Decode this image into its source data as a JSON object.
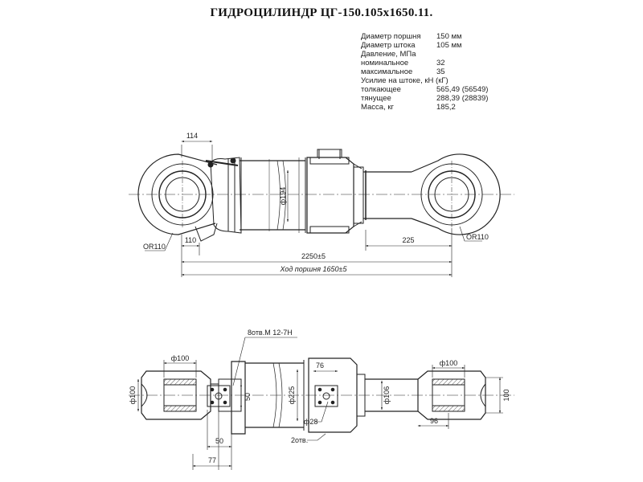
{
  "title": "ГИДРОЦИЛИНДР ЦГ-150.105х1650.11.",
  "specs": [
    {
      "label": "Диаметр поршня",
      "value": "150 мм"
    },
    {
      "label": "Диаметр штока",
      "value": " 105 мм"
    },
    {
      "label": "Давление, МПа",
      "value": ""
    },
    {
      "label": "номинальное",
      "value": "32"
    },
    {
      "label": "максимальное",
      "value": "35"
    },
    {
      "label": "Усилие на штоке, кН (кГ)",
      "value": ""
    },
    {
      "label": "толкающее",
      "value": "565,49 (56549)"
    },
    {
      "label": "тянущее",
      "value": "288,39 (28839)"
    },
    {
      "label": "Масса, кг",
      "value": "185,2"
    }
  ],
  "top_view": {
    "dim_top": "114",
    "dim_bore": "ф194",
    "radius_left": "OR110",
    "radius_right": "OR110",
    "dim_left": "110",
    "dim_right": "225",
    "dim_length": "2250±5",
    "dim_stroke": "Ход поршня 1650±5"
  },
  "bottom_view": {
    "thread_note": "8отв.М 12-7Н",
    "dim_eye_left": "ф100",
    "dim_eye_left_side": "ф100",
    "dim_flange": "50",
    "dim_port1": "50",
    "dim_port2": "77",
    "dim_body": "ф225",
    "dim_76": "76",
    "dim_28": "ф28",
    "holes_note": "2отв.",
    "dim_rod": "ф106",
    "dim_eye_right": "ф100",
    "dim_eye_right_side": "100",
    "dim_96": "96"
  }
}
